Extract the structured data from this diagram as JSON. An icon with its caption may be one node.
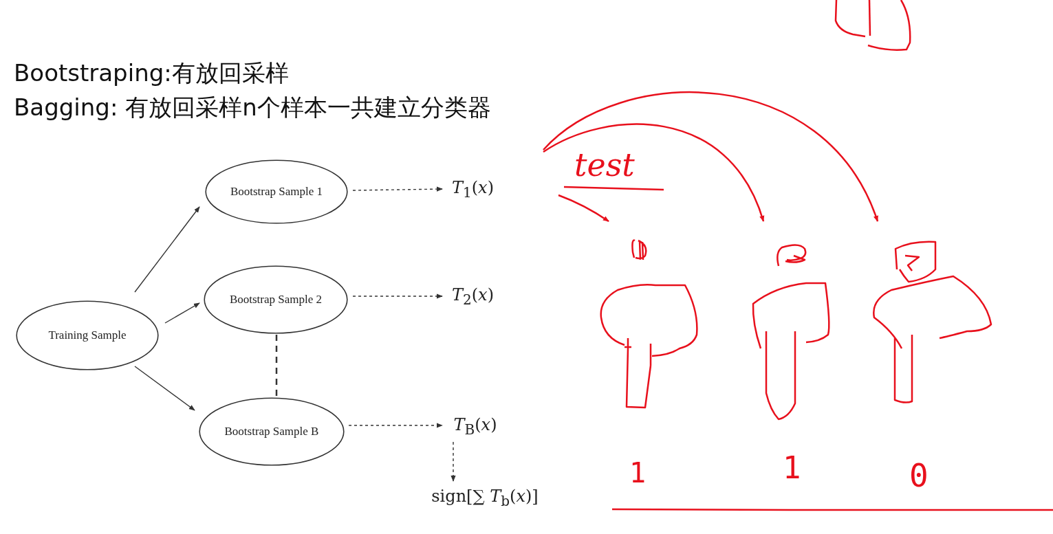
{
  "diagram": {
    "nodes": [
      {
        "text": [
          "Training Sample"
        ]
      },
      {
        "text": [
          "Bootstrap Sample 1"
        ]
      },
      {
        "text": [
          "Bootstrap Sample 2"
        ]
      },
      {
        "text": [
          "Bootstrap Sample B"
        ]
      },
      {
        "text": [
          "*T*$_{1}$(*x*)"
        ]
      },
      {
        "text": [
          "*T*$_{2}$(*x*)"
        ]
      },
      {
        "text": [
          "*T*$_{B}$(*x*)"
        ]
      },
      {
        "text": [
          "sign[∑ *T*$_{b}$(*x*)]"
        ]
      },
      {
        "text": [
          "test"
        ]
      },
      {
        "text": [],
        "shape": "tree"
      },
      {
        "text": [],
        "shape": "tree"
      },
      {
        "text": [],
        "shape": "tree"
      }
    ],
    "edges": [
      {
        "from": 0,
        "to": 1,
        "arrow": "to"
      },
      {
        "from": 0,
        "to": 2,
        "arrow": "to"
      },
      {
        "from": 0,
        "to": 3,
        "arrow": "to"
      },
      {
        "from": 1,
        "to": 4,
        "arrow": "to",
        "style": "dashed"
      },
      {
        "from": 2,
        "to": 5,
        "arrow": "to",
        "style": "dashed"
      },
      {
        "from": 3,
        "to": 6,
        "arrow": "to",
        "style": "dashed"
      },
      {
        "from": 6,
        "to": 7,
        "arrow": "to",
        "style": "dashed"
      },
      {
        "from": 2,
        "to": 3,
        "arrow": "none",
        "style": "dashed"
      },
      {
        "from": 8,
        "to": 9,
        "arrow": "to",
        "color": "#e8101c"
      },
      {
        "from": 8,
        "to": 10,
        "arrow": "to",
        "color": "#e8101c"
      },
      {
        "from": 8,
        "to": 11,
        "arrow": "to",
        "color": "#e8101c"
      }
    ],
    "labels": [
      "Bootstraping:有放回采样",
      "Bagging: 有放回采样n个样本一共建立分类器",
      "1",
      "1",
      "0"
    ]
  }
}
